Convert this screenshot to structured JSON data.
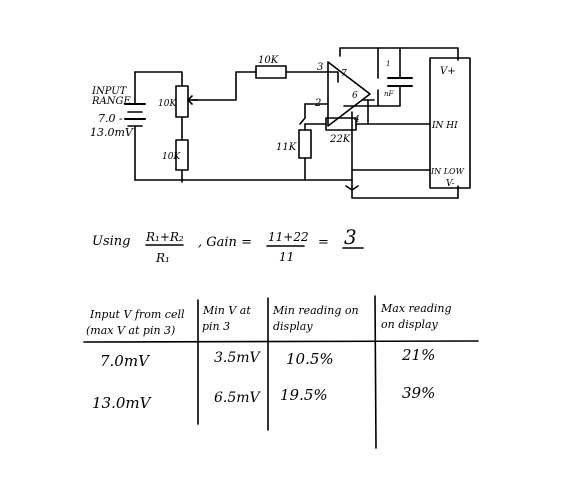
{
  "circuit": {
    "input_label_line1": "INPUT",
    "input_label_line2": "RANGE",
    "input_range_low": "7.0 -",
    "input_range_high": "13.0mV",
    "pot_label": "10K",
    "resistor_lower_label": "10K",
    "resistor_series_label": "10K",
    "resistor_ground_label": "11K",
    "resistor_feedback_label": "22K",
    "pin_3": "3",
    "pin_2": "2",
    "pin_7": "7",
    "pin_6": "6",
    "pin_4": "4",
    "cap_label_1": "1",
    "cap_label_2": "nF",
    "meter_vplus": "V+",
    "meter_inhi": "IN HI",
    "meter_inlow": "IN LOW",
    "meter_vminus": "V-"
  },
  "formula": {
    "using": "Using",
    "r_numerator": "R₁+R₂",
    "r_denominator": "R₁",
    "gain_label": ", Gain =",
    "gain_numerator": "11+22",
    "gain_denominator": "11",
    "equals": "=",
    "gain_value": "3"
  },
  "table": {
    "headers": [
      {
        "line1": "Input V from cell",
        "line2": "(max V at pin 3)"
      },
      {
        "line1": "Min V at",
        "line2": "pin 3"
      },
      {
        "line1": "Min reading on",
        "line2": "display"
      },
      {
        "line1": "Max reading",
        "line2": "on display"
      }
    ],
    "rows": [
      [
        "7.0mV",
        "3.5mV",
        "10.5%",
        "21%"
      ],
      [
        "13.0mV",
        "6.5mV",
        "19.5%",
        "39%"
      ]
    ]
  }
}
